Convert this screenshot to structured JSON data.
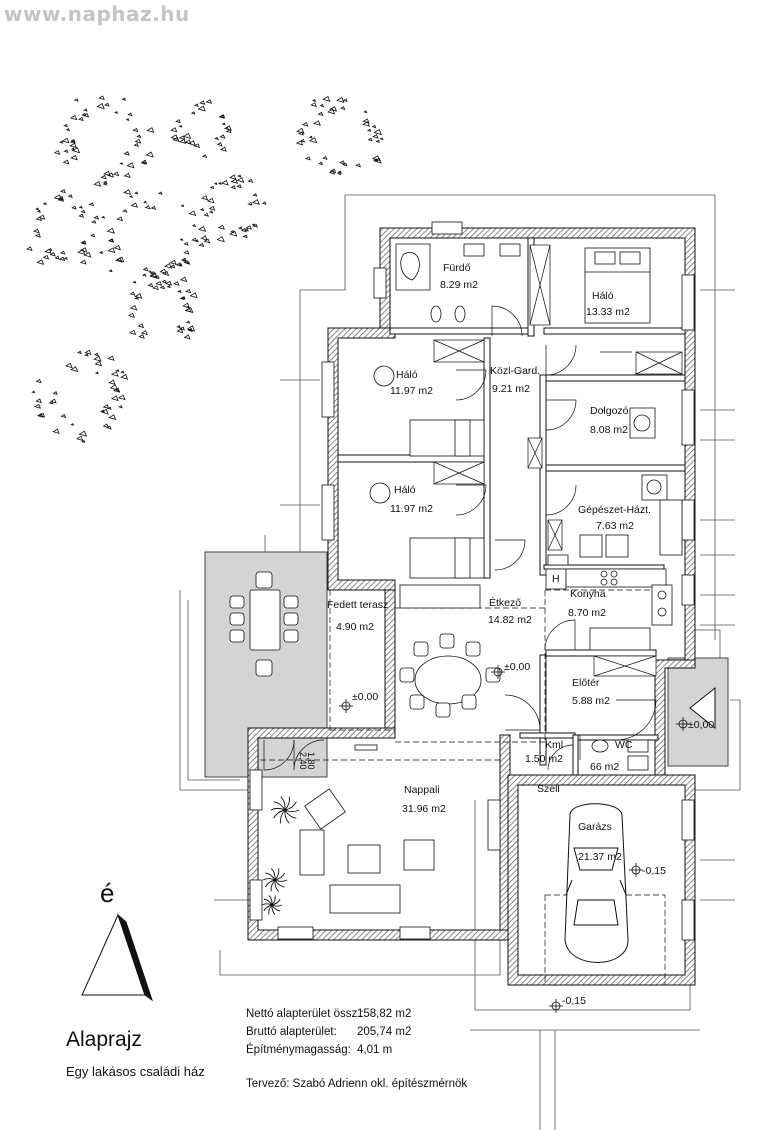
{
  "watermark": "www.naphaz.hu",
  "plan": {
    "title": "Alaprajz",
    "subtitle": "Egy lakásos családi ház",
    "north_label": "é",
    "rooms": [
      {
        "name": "Fürdő",
        "area": "8.29 m2"
      },
      {
        "name": "Háló",
        "area": "13.33 m2"
      },
      {
        "name": "Háló",
        "area": "11.97 m2"
      },
      {
        "name": "Közl-Gard.",
        "area": "9.21 m2"
      },
      {
        "name": "Dolgozó",
        "area": "8.08 m2"
      },
      {
        "name": "Háló",
        "area": "11.97 m2"
      },
      {
        "name": "Gépészet-Házt.",
        "area": "7.63 m2"
      },
      {
        "name": "Fedett terasz",
        "area": "4.90 m2"
      },
      {
        "name": "Étkező",
        "area": "14.82 m2"
      },
      {
        "name": "Konyha",
        "area": "8.70 m2"
      },
      {
        "name": "Előtér",
        "area": "5.88 m2"
      },
      {
        "name": "Kml",
        "area": "1.50 m2"
      },
      {
        "name": "WC",
        "area": "66 m2"
      },
      {
        "name": "Nappali",
        "area": "31.96 m2"
      },
      {
        "name": "Garázs",
        "area": "21.37 m2"
      },
      {
        "name": "Szell",
        "area": ""
      }
    ],
    "levels": [
      "±0,00",
      "±0,00",
      "±0,00",
      "-0,15",
      "-0,15"
    ],
    "dimension_notes": [
      "2,40",
      "1,80"
    ],
    "stove_label": "H"
  },
  "info": {
    "net_label": "Nettó alapterület össz.:",
    "net_value": "158,82 m2",
    "gross_label": "Bruttó alapterület:",
    "gross_value": "205,74 m2",
    "height_label": "Építménymagasság:",
    "height_value": "4,01 m",
    "designer": "Tervező: Szabó Adrienn okl. építészmérnök"
  }
}
